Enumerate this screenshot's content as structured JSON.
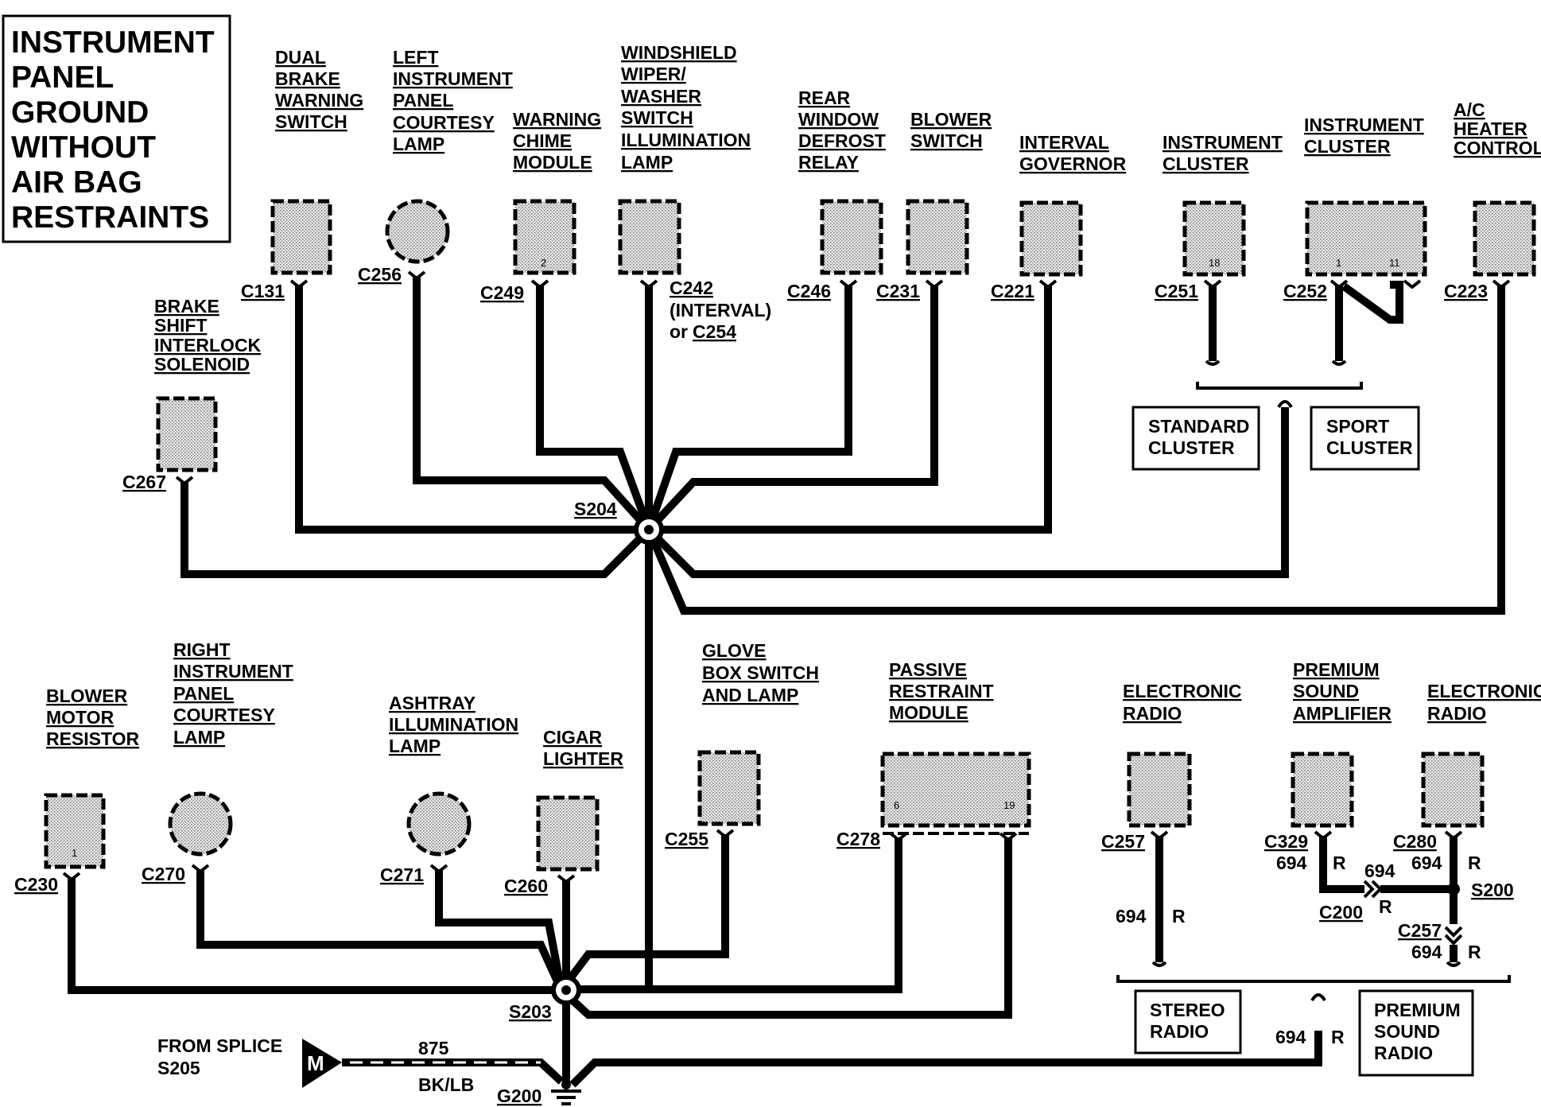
{
  "title": [
    "INSTRUMENT",
    "PANEL",
    "GROUND",
    "WITHOUT",
    "AIR BAG",
    "RESTRAINTS"
  ],
  "components_top": [
    {
      "label": [
        "DUAL",
        "BRAKE",
        "WARNING",
        "SWITCH"
      ],
      "connector": "C131"
    },
    {
      "label": [
        "LEFT",
        "INSTRUMENT",
        "PANEL",
        "COURTESY",
        "LAMP"
      ],
      "connector": "C256"
    },
    {
      "label": [
        "WARNING",
        "CHIME",
        "MODULE"
      ],
      "connector": "C249",
      "pin": "2"
    },
    {
      "label": [
        "WINDSHIELD",
        "WIPER/",
        "WASHER",
        "SWITCH",
        "ILLUMINATION",
        "LAMP"
      ],
      "connector": "C242",
      "connector_note": [
        "(INTERVAL)",
        "or",
        "C254"
      ]
    },
    {
      "label": [
        "REAR",
        "WINDOW",
        "DEFROST",
        "RELAY"
      ],
      "connector": "C246"
    },
    {
      "label": [
        "BLOWER",
        "SWITCH"
      ],
      "connector": "C231"
    },
    {
      "label": [
        "INTERVAL",
        "GOVERNOR"
      ],
      "connector": "C221"
    },
    {
      "label": [
        "INSTRUMENT",
        "CLUSTER"
      ],
      "connector": "C251",
      "pin": "18"
    },
    {
      "label": [
        "INSTRUMENT",
        "CLUSTER"
      ],
      "connector": "C252",
      "pins": [
        "1",
        "11"
      ]
    },
    {
      "label": [
        "A/C",
        "HEATER",
        "CONTROL"
      ],
      "connector": "C223"
    },
    {
      "label": [
        "BRAKE",
        "SHIFT",
        "INTERLOCK",
        "SOLENOID"
      ],
      "connector": "C267"
    }
  ],
  "cluster_options": [
    "STANDARD CLUSTER",
    "SPORT CLUSTER"
  ],
  "splices": {
    "upper": "S204",
    "lower": "S203",
    "radio": "S200"
  },
  "components_bottom": [
    {
      "label": [
        "BLOWER",
        "MOTOR",
        "RESISTOR"
      ],
      "connector": "C230",
      "pin": "1"
    },
    {
      "label": [
        "RIGHT",
        "INSTRUMENT",
        "PANEL",
        "COURTESY",
        "LAMP"
      ],
      "connector": "C270"
    },
    {
      "label": [
        "ASHTRAY",
        "ILLUMINATION",
        "LAMP"
      ],
      "connector": "C271"
    },
    {
      "label": [
        "CIGAR",
        "LIGHTER"
      ],
      "connector": "C260"
    },
    {
      "label": [
        "GLOVE",
        "BOX SWITCH",
        "AND LAMP"
      ],
      "connector": "C255"
    },
    {
      "label": [
        "PASSIVE",
        "RESTRAINT",
        "MODULE"
      ],
      "connector": "C278",
      "pins": [
        "6",
        "19"
      ]
    },
    {
      "label": [
        "ELECTRONIC",
        "RADIO"
      ],
      "connector": "C257"
    },
    {
      "label": [
        "PREMIUM",
        "SOUND",
        "AMPLIFIER"
      ],
      "connector": "C329"
    },
    {
      "label": [
        "ELECTRONIC",
        "RADIO"
      ],
      "connector": "C280"
    }
  ],
  "radio_wiring": {
    "circuit": "694",
    "color": "R",
    "inline_connector": "C200",
    "lower_connector": "C257"
  },
  "radio_options": [
    "STEREO RADIO",
    "PREMIUM SOUND RADIO"
  ],
  "ground_feed": {
    "from": [
      "FROM SPLICE",
      "S205"
    ],
    "connector_symbol": "M",
    "circuit": "875",
    "color": "BK/LB",
    "ground": "G200"
  }
}
